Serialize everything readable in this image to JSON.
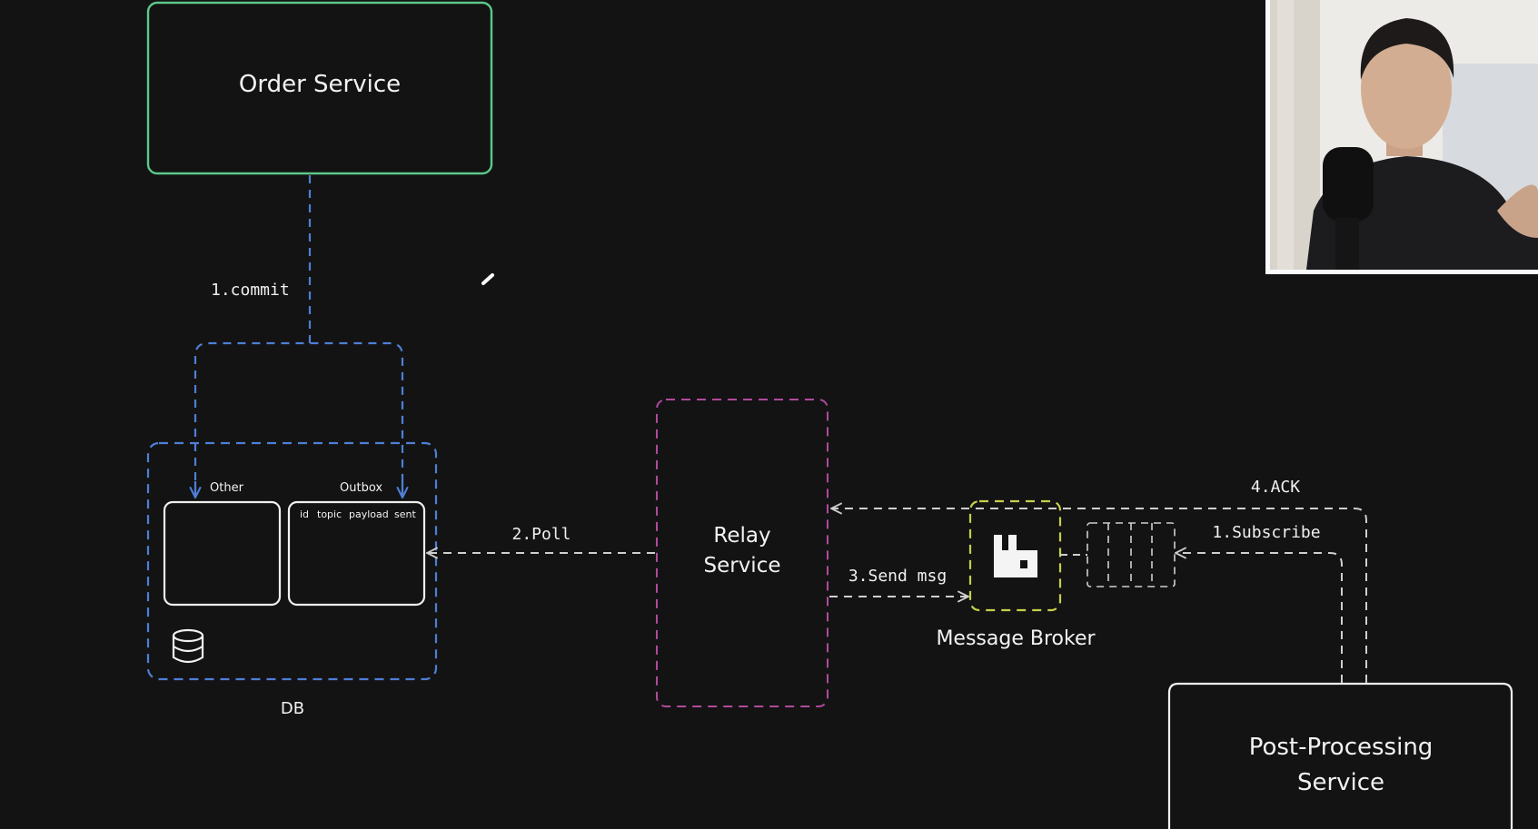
{
  "nodes": {
    "order_service": "Order Service",
    "relay_service": [
      "Relay",
      "Service"
    ],
    "post_processing_service": [
      "Post-Processing",
      "Service"
    ],
    "message_broker": "Message Broker",
    "db": "DB"
  },
  "tables": {
    "other": "Other",
    "outbox": "Outbox",
    "outbox_columns": [
      "id",
      "topic",
      "payload",
      "sent"
    ]
  },
  "edges": {
    "commit": "1.commit",
    "poll": "2.Poll",
    "send_msg": "3.Send msg",
    "subscribe": "1.Subscribe",
    "ack": "4.ACK"
  },
  "colors": {
    "order_service_border": "#5cc98a",
    "db_border": "#4e7fd6",
    "relay_border": "#b04a9e",
    "broker_border": "#c7cf4a",
    "edge": "#cfcfcf"
  },
  "icons": [
    "database-icon",
    "rabbitmq-icon",
    "pencil-cursor-icon"
  ],
  "webcam": "presenter-video-overlay"
}
